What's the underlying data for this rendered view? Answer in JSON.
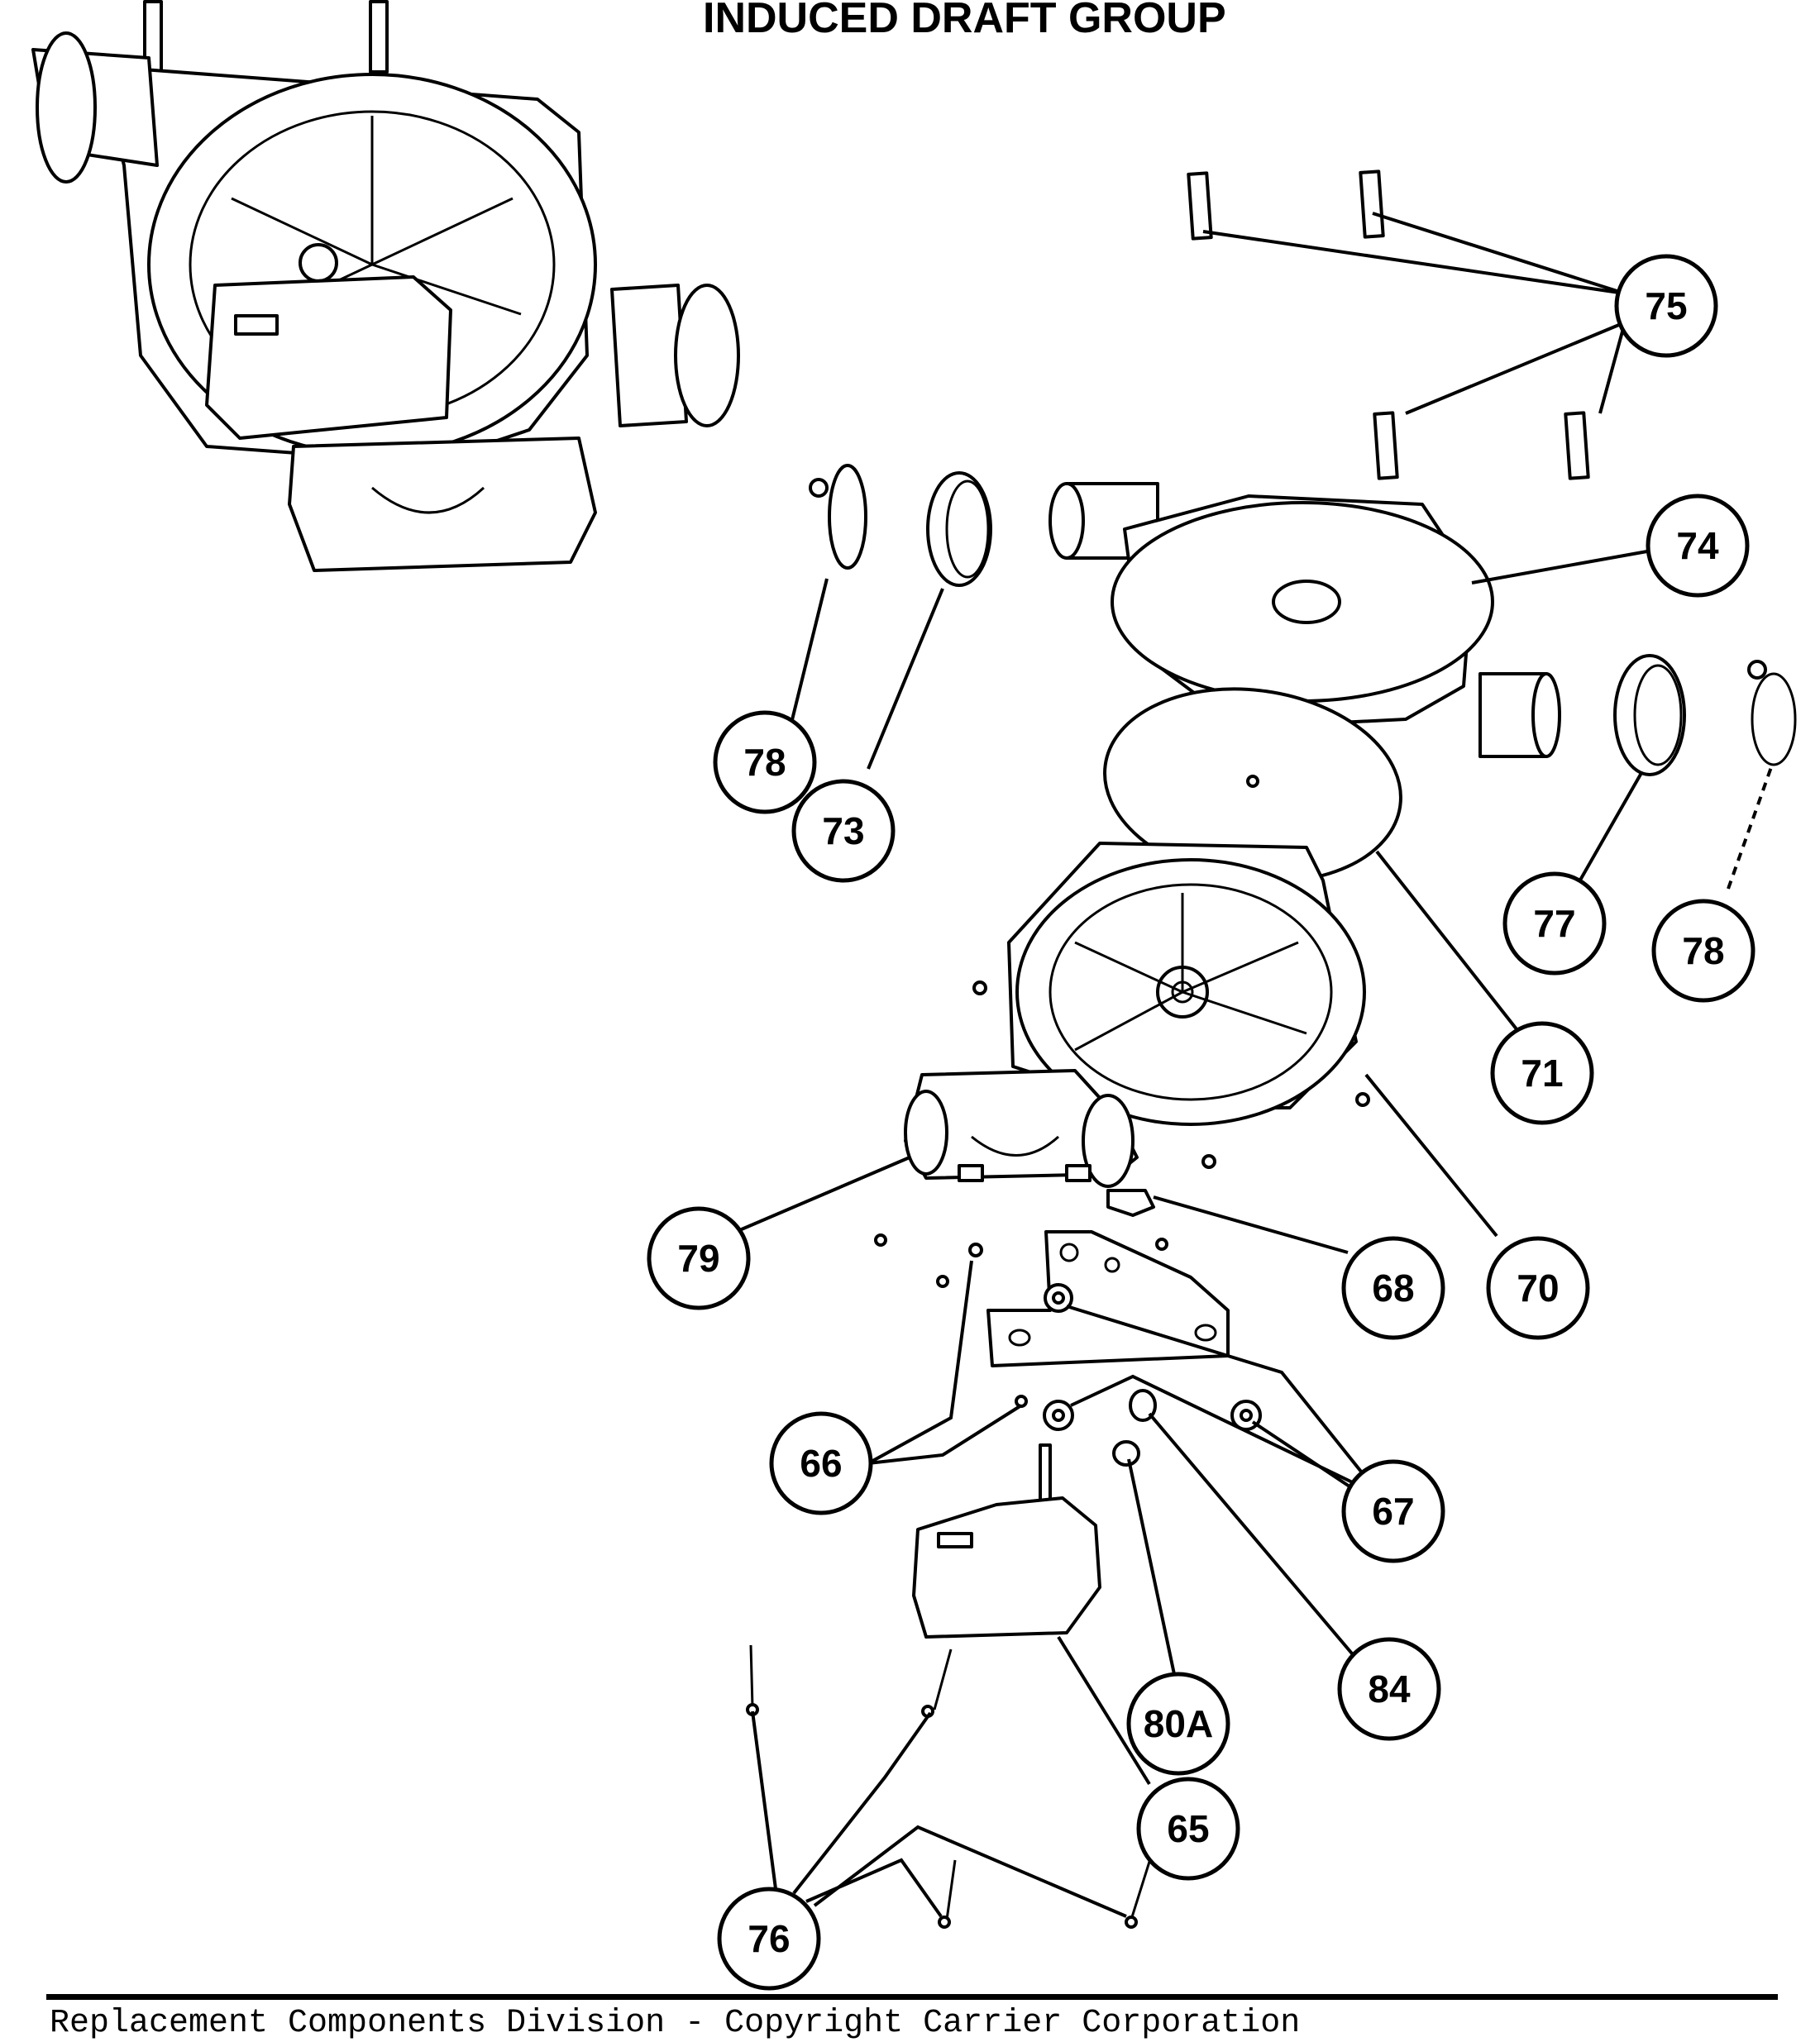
{
  "title": "INDUCED DRAFT GROUP",
  "footer": "Replacement Components Division - Copyright Carrier Corporation",
  "callouts": [
    {
      "id": "c75",
      "label": "75"
    },
    {
      "id": "c74",
      "label": "74"
    },
    {
      "id": "c78a",
      "label": "78"
    },
    {
      "id": "c73",
      "label": "73"
    },
    {
      "id": "c77",
      "label": "77"
    },
    {
      "id": "c78b",
      "label": "78"
    },
    {
      "id": "c71",
      "label": "71"
    },
    {
      "id": "c70",
      "label": "70"
    },
    {
      "id": "c79",
      "label": "79"
    },
    {
      "id": "c68",
      "label": "68"
    },
    {
      "id": "c66",
      "label": "66"
    },
    {
      "id": "c67",
      "label": "67"
    },
    {
      "id": "c80a",
      "label": "80A"
    },
    {
      "id": "c84",
      "label": "84"
    },
    {
      "id": "c65",
      "label": "65"
    },
    {
      "id": "c76",
      "label": "76"
    }
  ]
}
